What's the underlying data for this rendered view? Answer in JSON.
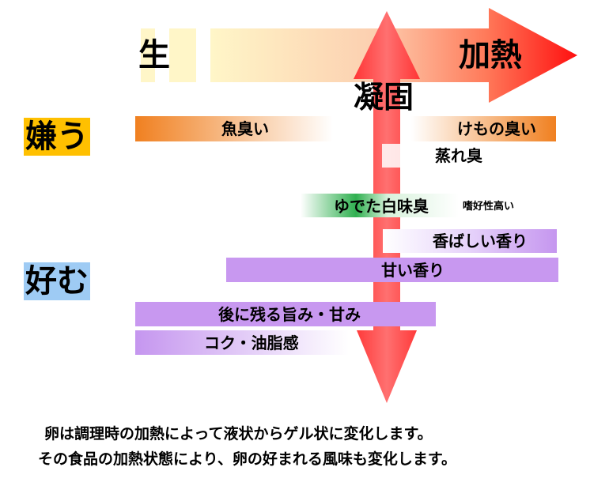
{
  "axis": {
    "raw_label": "生",
    "heat_label": "加熱",
    "coagulation_label": "凝固"
  },
  "side_labels": {
    "dislike": "嫌う",
    "like": "好む"
  },
  "bars": {
    "fishy": "魚臭い",
    "beastly": "けもの臭い",
    "steamy": "蒸れ臭",
    "boiled": "ゆでた白味臭",
    "boiled_note": "嗜好性高い",
    "toasty": "香ばしい香り",
    "sweet_aroma": "甘い香り",
    "aftertaste": "後に残る旨み・甘み",
    "richness": "コク・油脂感"
  },
  "caption": {
    "line1": "卵は調理時の加熱によって液状からゲル状に変化します。",
    "line2": "その食品の加熱状態により、卵の好まれる風味も変化します。"
  },
  "colors": {
    "arrow_red": "#ff2020",
    "orange": "#f08c28",
    "green": "#3cbf5a",
    "purple": "#c896f0",
    "dislike_bg": "#ffc000",
    "like_bg": "#9ecbf4",
    "raw_yellow": "#fff6c8"
  }
}
